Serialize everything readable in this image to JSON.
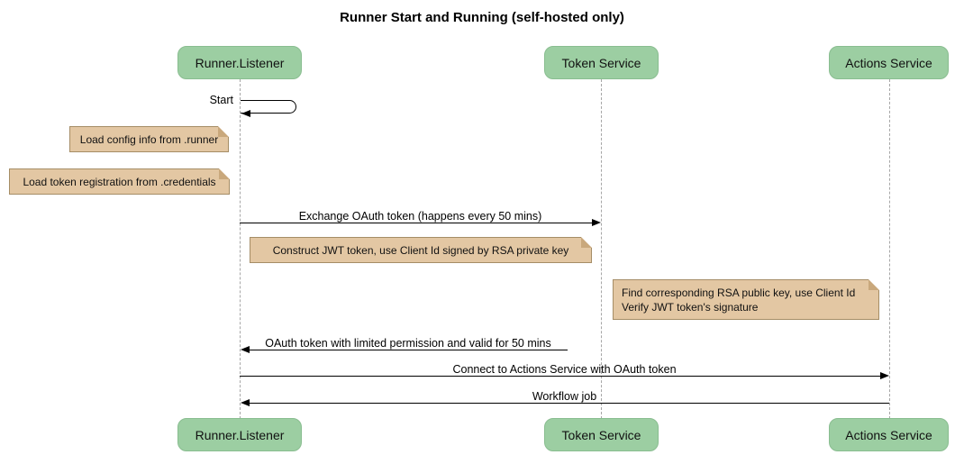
{
  "title": "Runner Start and Running (self-hosted only)",
  "participants": [
    {
      "label": "Runner.Listener"
    },
    {
      "label": "Token Service"
    },
    {
      "label": "Actions Service"
    }
  ],
  "messages": {
    "start": {
      "label": "Start",
      "from": "Runner.Listener",
      "to": "Runner.Listener",
      "type": "self"
    },
    "exchange": {
      "label": "Exchange OAuth token (happens every 50 mins)",
      "from": "Runner.Listener",
      "to": "Token Service"
    },
    "oauth_return": {
      "label": "OAuth token with limited permission and valid for 50 mins",
      "from": "Token Service",
      "to": "Runner.Listener"
    },
    "connect": {
      "label": "Connect to Actions Service with OAuth token",
      "from": "Runner.Listener",
      "to": "Actions Service"
    },
    "workflow": {
      "label": "Workflow job",
      "from": "Actions Service",
      "to": "Runner.Listener"
    }
  },
  "notes": {
    "config": {
      "text": "Load config info from .runner"
    },
    "credentials": {
      "text": "Load token registration from .credentials"
    },
    "jwt": {
      "text": "Construct JWT token, use Client Id signed by RSA private key"
    },
    "verify": {
      "line1": "Find corresponding RSA public key, use Client Id",
      "line2": "Verify JWT token's signature"
    }
  },
  "colors": {
    "participant_fill": "#9ccea2",
    "participant_border": "#89bd90",
    "note_fill": "#e3c7a3",
    "note_border": "#a58d66",
    "lifeline": "#a6a6a6",
    "arrow": "#000000",
    "background": "#ffffff"
  }
}
